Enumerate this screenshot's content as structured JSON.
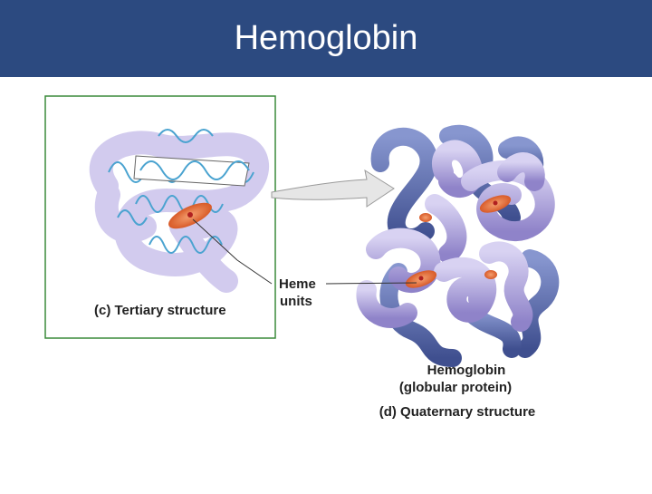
{
  "slide": {
    "title": "Hemoglobin"
  },
  "figure": {
    "tertiary_label": "(c) Tertiary structure",
    "heme_label_line1": "Heme",
    "heme_label_line2": "units",
    "protein_name": "Hemoglobin",
    "protein_type": "(globular protein)",
    "quaternary_label": "(d) Quaternary structure"
  },
  "colors": {
    "title_bar": "#2c4a80",
    "panel_border": "#3a8a3a",
    "light_subunit": "#a9a0dc",
    "dark_subunit": "#5f6fb0",
    "helix": "#4aa3d0",
    "heme": "#e36a3a"
  },
  "icons": [
    "tertiary-structure-illustration",
    "quaternary-structure-illustration",
    "arrow-icon"
  ]
}
